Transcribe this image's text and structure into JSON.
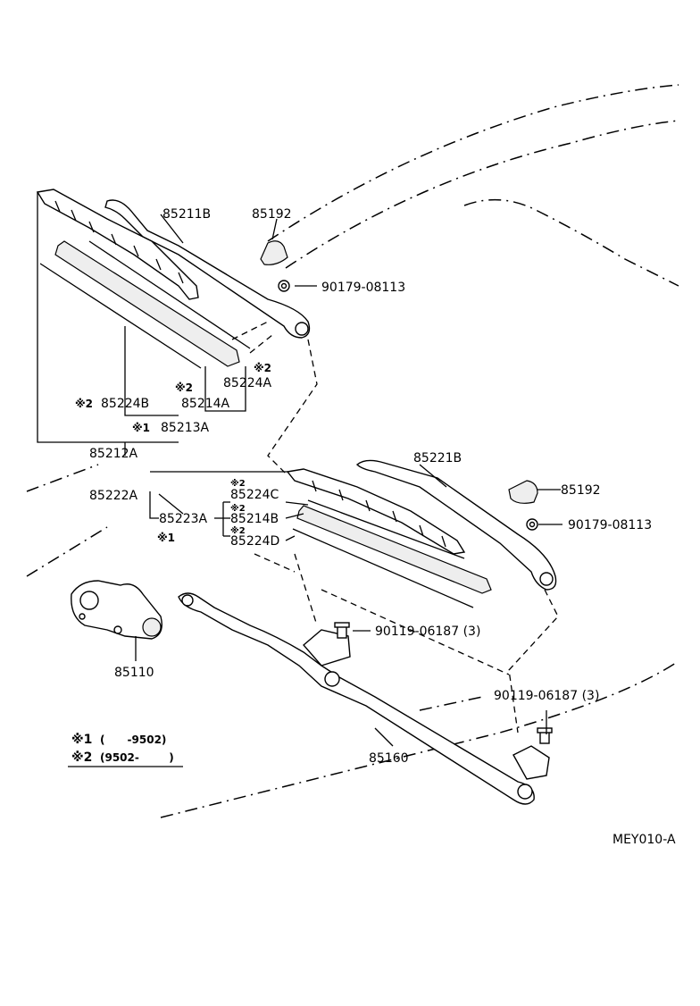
{
  "diagram_code": "MEY010-A",
  "parts": {
    "arm_lh": "85211B",
    "cap_lh": "85192",
    "nut_lh": "90179-08113",
    "rubber_lh_a": "85224A",
    "rubber_lh_b": "85224B",
    "backing_lh": "85214A",
    "refill_lh": "85213A",
    "blade_lh": "85212A",
    "arm_rh": "85221B",
    "cap_rh": "85192",
    "nut_rh": "90179-08113",
    "blade_rh": "85222A",
    "refill_rh": "85223A",
    "rubber_rh_c": "85224C",
    "backing_rh": "85214B",
    "rubber_rh_d": "85224D",
    "bolt_center": "90119-06187 (3)",
    "bolt_right": "90119-06187 (3)",
    "motor": "85110",
    "link": "85160"
  },
  "marks": {
    "m1": "※1",
    "m2": "※2"
  },
  "legend": {
    "row1_mark": "※1",
    "row1_range": "(      -9502)",
    "row2_mark": "※2",
    "row2_range": "(9502-        )"
  }
}
